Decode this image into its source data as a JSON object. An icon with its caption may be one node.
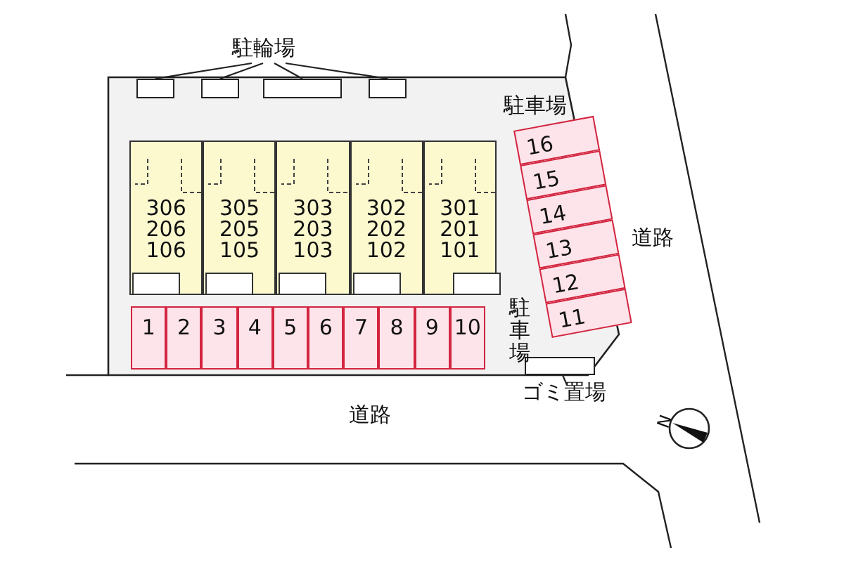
{
  "diagram": {
    "nodes": [
      {
        "text": [
          "駐輪場"
        ]
      },
      {
        "text": [],
        "shape": "box"
      },
      {
        "text": [],
        "shape": "box"
      },
      {
        "text": [],
        "shape": "box"
      },
      {
        "text": [],
        "shape": "box"
      },
      {
        "text": [
          "306 206 106"
        ]
      },
      {
        "text": [
          "305 205 105"
        ]
      },
      {
        "text": [
          "303 203 103"
        ]
      },
      {
        "text": [
          "302 202 102"
        ]
      },
      {
        "text": [
          "301 201 101"
        ]
      },
      {
        "text": [
          "1"
        ]
      },
      {
        "text": [
          "2"
        ]
      },
      {
        "text": [
          "3"
        ]
      },
      {
        "text": [
          "4"
        ]
      },
      {
        "text": [
          "5"
        ]
      },
      {
        "text": [
          "6"
        ]
      },
      {
        "text": [
          "7"
        ]
      },
      {
        "text": [
          "8"
        ]
      },
      {
        "text": [
          "9"
        ]
      },
      {
        "text": [
          "10"
        ]
      },
      {
        "text": [
          "16"
        ]
      },
      {
        "text": [
          "15"
        ]
      },
      {
        "text": [
          "14"
        ]
      },
      {
        "text": [
          "13"
        ]
      },
      {
        "text": [
          "12"
        ]
      },
      {
        "text": [
          "11"
        ]
      },
      {
        "text": [
          "ゴミ置場"
        ]
      },
      {
        "text": [],
        "shape": "box"
      }
    ],
    "edges": [
      {
        "from": 0,
        "to": 1,
        "arrow": "none"
      },
      {
        "from": 0,
        "to": 2,
        "arrow": "none"
      },
      {
        "from": 0,
        "to": 3,
        "arrow": "none"
      },
      {
        "from": 0,
        "to": 4,
        "arrow": "none"
      },
      {
        "from": 26,
        "to": 27,
        "arrow": "none"
      }
    ],
    "labels": [
      "駐車場",
      "道路",
      "駐車場",
      "道路",
      "N"
    ]
  }
}
